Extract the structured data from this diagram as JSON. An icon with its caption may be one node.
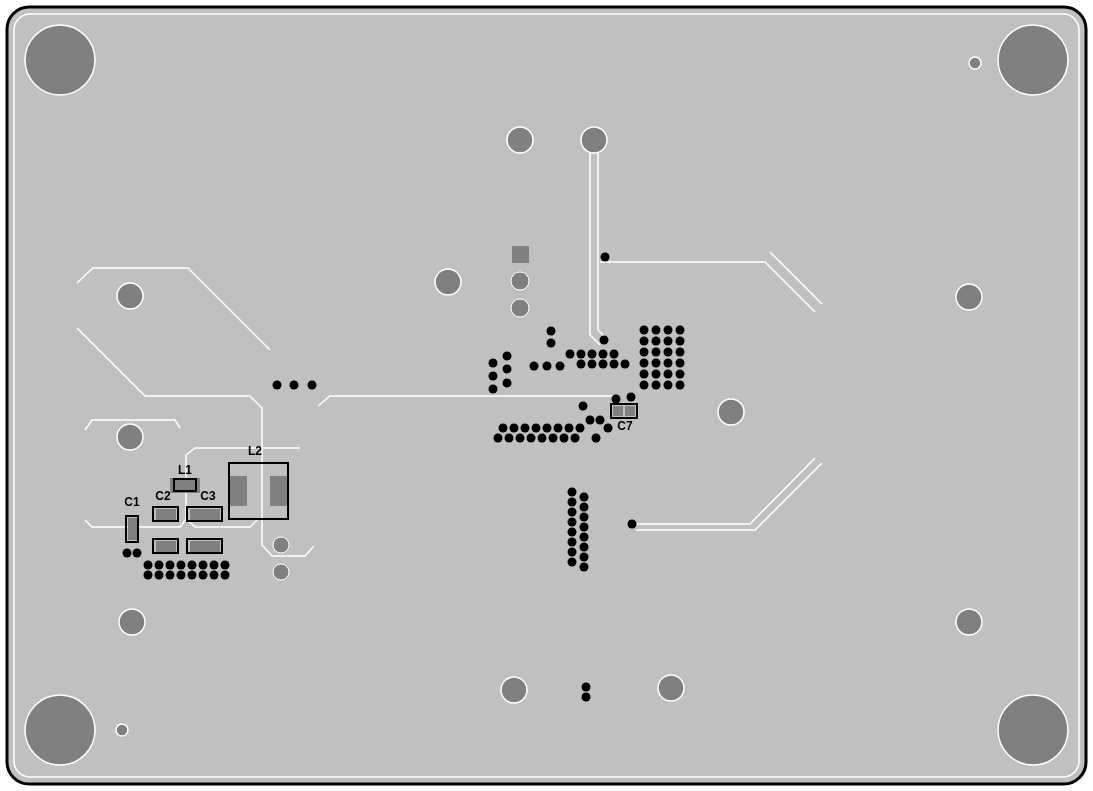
{
  "diagram": {
    "labels": [
      "C7",
      "L2",
      "L1",
      "C2",
      "C3",
      "C1"
    ]
  }
}
